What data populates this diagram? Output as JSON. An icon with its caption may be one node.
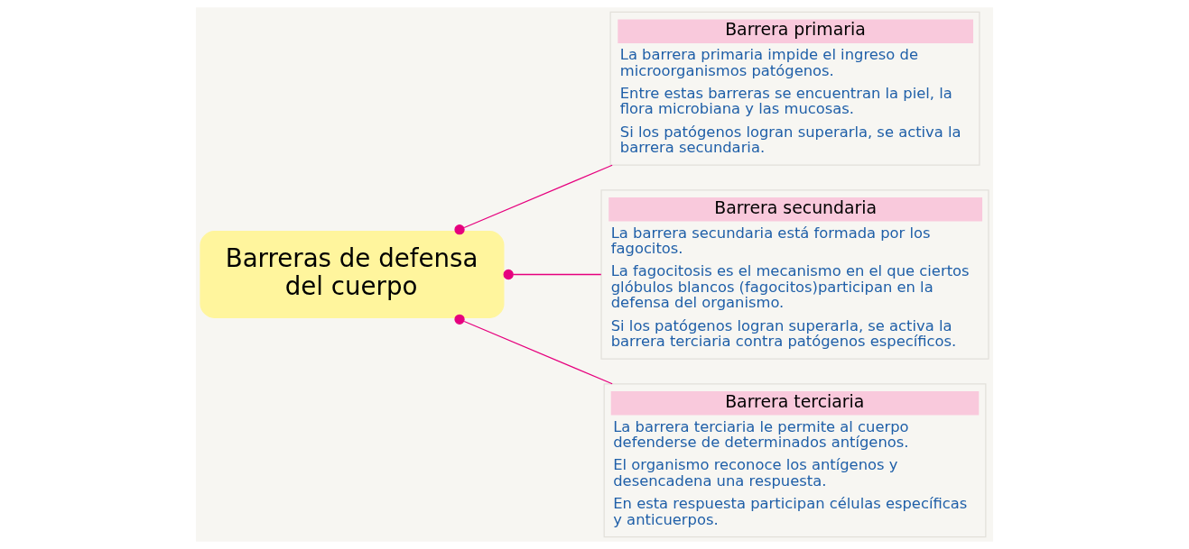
{
  "diagram": {
    "nodes": [
      {
        "text": [
          "Barreras de defensa del cuerpo"
        ]
      },
      {
        "text": [
          "Barrera primaria",
          "La barrera primaria impide el ingreso de microorganismos patógenos.",
          "Entre estas barreras se encuentran la piel, la flora microbiana y las mucosas.",
          "Si los patógenos logran superarla, se activa la barrera secundaria."
        ]
      },
      {
        "text": [
          "Barrera secundaria",
          "La barrera secundaria está formada por los fagocitos.",
          "La fagocitosis es el mecanismo en el que ciertos glóbulos blancos (fagocitos)participan en la defensa del organismo.",
          "Si los patógenos logran superarla, se activa la barrera terciaria contra patógenos específicos."
        ]
      },
      {
        "text": [
          "Barrera terciaria",
          "La barrera terciaria le permite al cuerpo defenderse de determinados antígenos.",
          "El organismo reconoce los antígenos y desencadena una respuesta.",
          "En esta respuesta participan células específicas y anticuerpos."
        ]
      }
    ],
    "edges": [
      {
        "from": 0,
        "to": 1,
        "arrow": "other"
      },
      {
        "from": 0,
        "to": 2,
        "arrow": "other"
      },
      {
        "from": 0,
        "to": 3,
        "arrow": "other"
      }
    ]
  }
}
